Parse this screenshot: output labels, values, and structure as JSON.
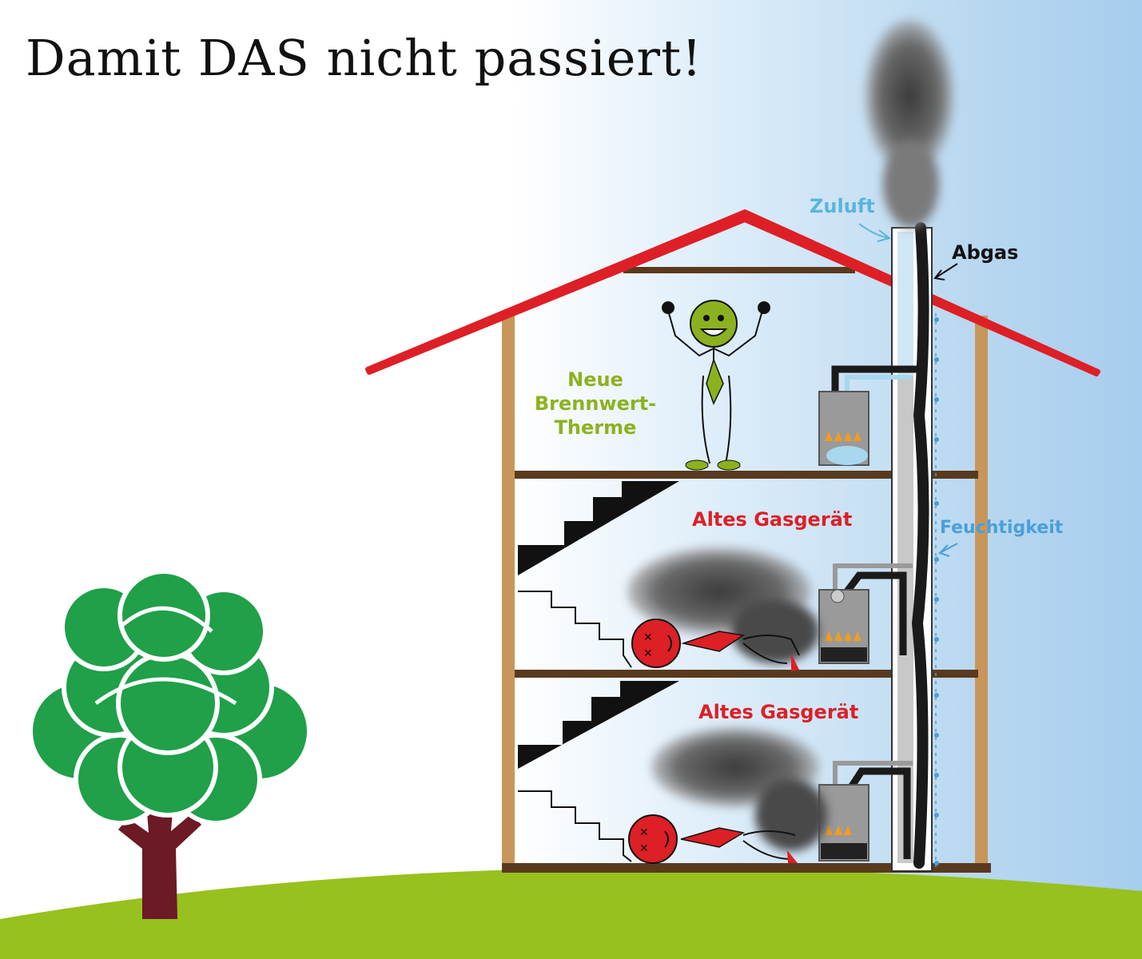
{
  "title": "Damit DAS nicht passiert!",
  "labels": {
    "new_boiler": [
      "Neue",
      "Brennwert-",
      "Therme"
    ],
    "old_device_upper": "Altes Gasgerät",
    "old_device_lower": "Altes Gasgerät",
    "supply_air": "Zuluft",
    "exhaust": "Abgas",
    "moisture": "Feuchtigkeit"
  },
  "colors": {
    "roof": "#dd1f26",
    "wall": "#c8965a",
    "floor": "#5a3a1e",
    "grass": "#97c11f",
    "tree_leaves": "#1fa049",
    "tree_trunk": "#6b1a26",
    "smoke": "#555555",
    "supply_air": "#5ab4dc",
    "happy_face": "#8bb21e",
    "unwell_face": "#dd1f26"
  },
  "icons": [
    "tree-icon",
    "happy-person-icon",
    "unwell-person-icon",
    "gas-boiler-icon",
    "flame-icon",
    "smoke-cloud-icon",
    "staircase-icon",
    "water-drop-icon",
    "arrow-icon"
  ]
}
